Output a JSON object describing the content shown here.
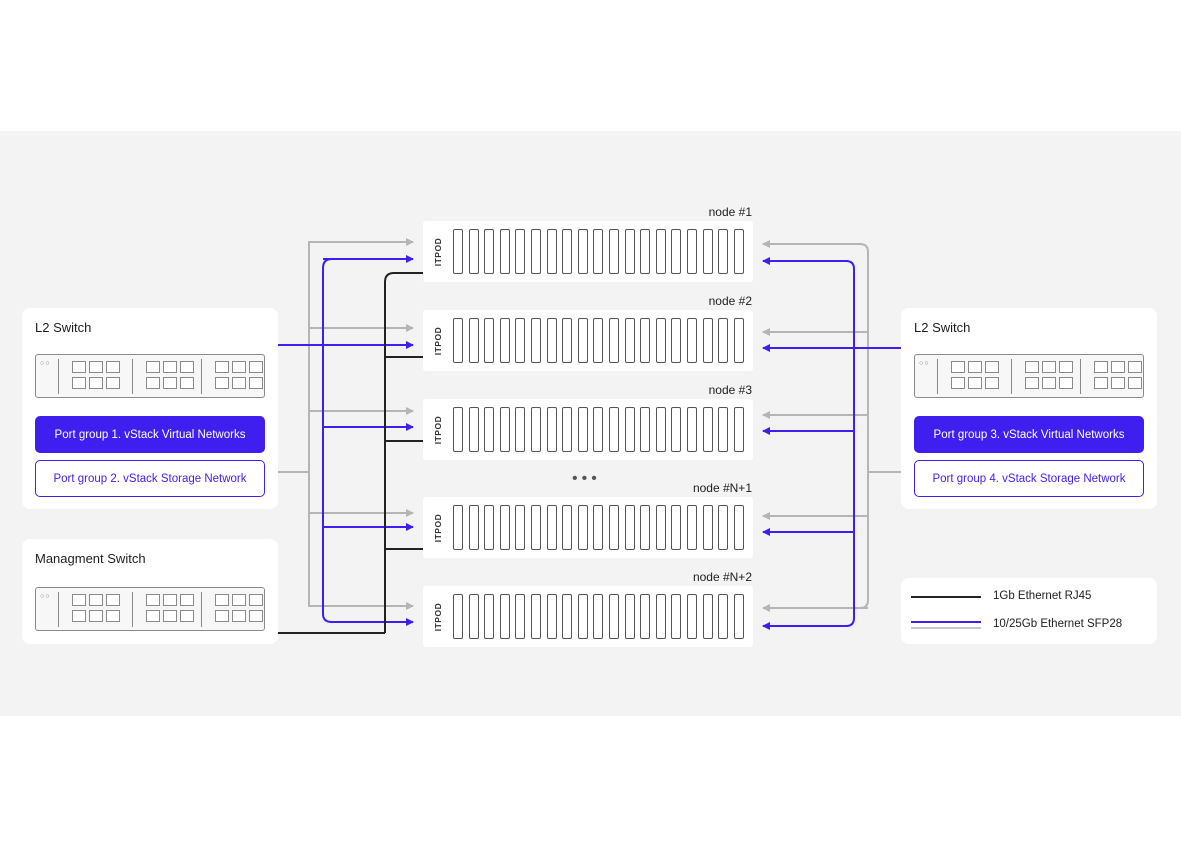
{
  "left_l2_switch": {
    "title": "L2 Switch",
    "leds": "○○",
    "port_group_1": "Port group 1. vStack Virtual Networks",
    "port_group_2": "Port group 2. vStack Storage Network"
  },
  "management_switch": {
    "title": "Managment Switch",
    "leds": "○○"
  },
  "right_l2_switch": {
    "title": "L2 Switch",
    "leds": "○○",
    "port_group_3": "Port group 3. vStack Virtual Networks",
    "port_group_4": "Port group 4. vStack Storage Network"
  },
  "nodes": [
    {
      "label": "node #1",
      "brand": "ITPOD"
    },
    {
      "label": "node #2",
      "brand": "ITPOD"
    },
    {
      "label": "node #3",
      "brand": "ITPOD"
    },
    {
      "label": "node #N+1",
      "brand": "ITPOD"
    },
    {
      "label": "node #N+2",
      "brand": "ITPOD"
    }
  ],
  "ellipsis": "•••",
  "legend": {
    "rj45": "1Gb Ethernet RJ45",
    "sfp28": "10/25Gb Ethernet SFP28"
  },
  "colors": {
    "accent": "#3f1ff0",
    "gray_link": "#b5b5b5",
    "black_link": "#222222",
    "background": "#f3f3f3"
  }
}
